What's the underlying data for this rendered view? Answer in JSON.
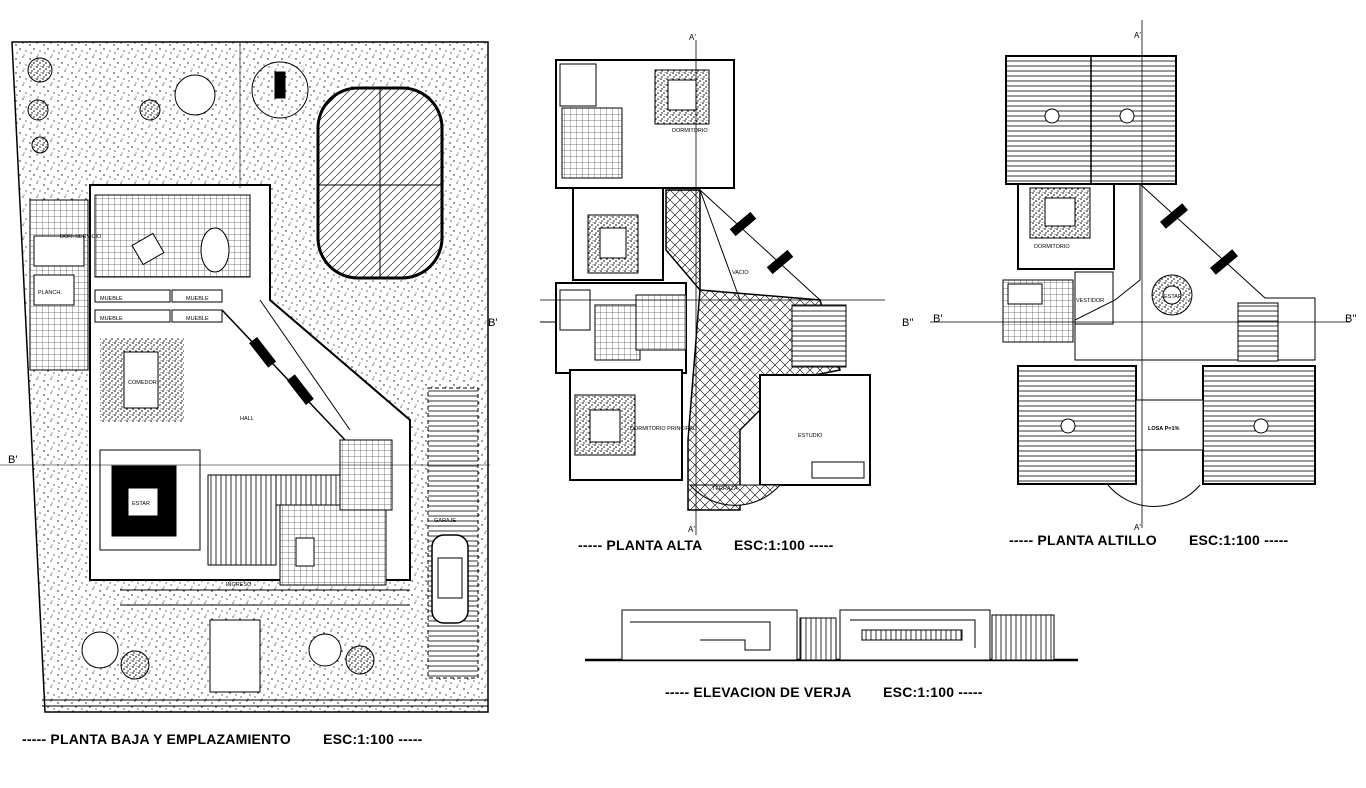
{
  "plans": {
    "ground": {
      "title": "PLANTA BAJA Y  EMPLAZAMIENTO",
      "scale": "ESC:1:100"
    },
    "upper": {
      "title": "PLANTA ALTA",
      "scale": "ESC:1:100"
    },
    "attic": {
      "title": "PLANTA ALTILLO",
      "scale": "ESC:1:100"
    },
    "fence": {
      "title": "ELEVACION DE VERJA",
      "scale": "ESC:1:100"
    }
  },
  "dash": "-----",
  "rooms": {
    "ground": {
      "servicio": "DOR. SERVICIO",
      "plancha": "PLANCH.",
      "mueble1": "MUEBLE",
      "mueble2": "MUEBLE",
      "mueble3": "MUEBLE",
      "mueble4": "MUEBLE",
      "comedor": "COMEDOR",
      "hall": "HALL",
      "estar": "ESTAR",
      "garaje": "GARAJE",
      "ingreso": "INGRESO"
    },
    "upper": {
      "dormitorio": "DORMITORIO",
      "vacio": "VACIO",
      "dormitorio_principal": "DORMITORIO PRINCIPAL",
      "estudio": "ESTUDIO",
      "terraza": "TERRAZA"
    },
    "attic": {
      "dormitorio": "DORMITORIO",
      "vestidor": "VESTIDOR",
      "estar": "ESTAR",
      "losa": "LOSA P=1%"
    }
  },
  "section_marks": {
    "b_prime": "B'",
    "b_double": "B''",
    "a_prime": "A'"
  },
  "colors": {
    "line": "#000000",
    "background": "#ffffff"
  }
}
